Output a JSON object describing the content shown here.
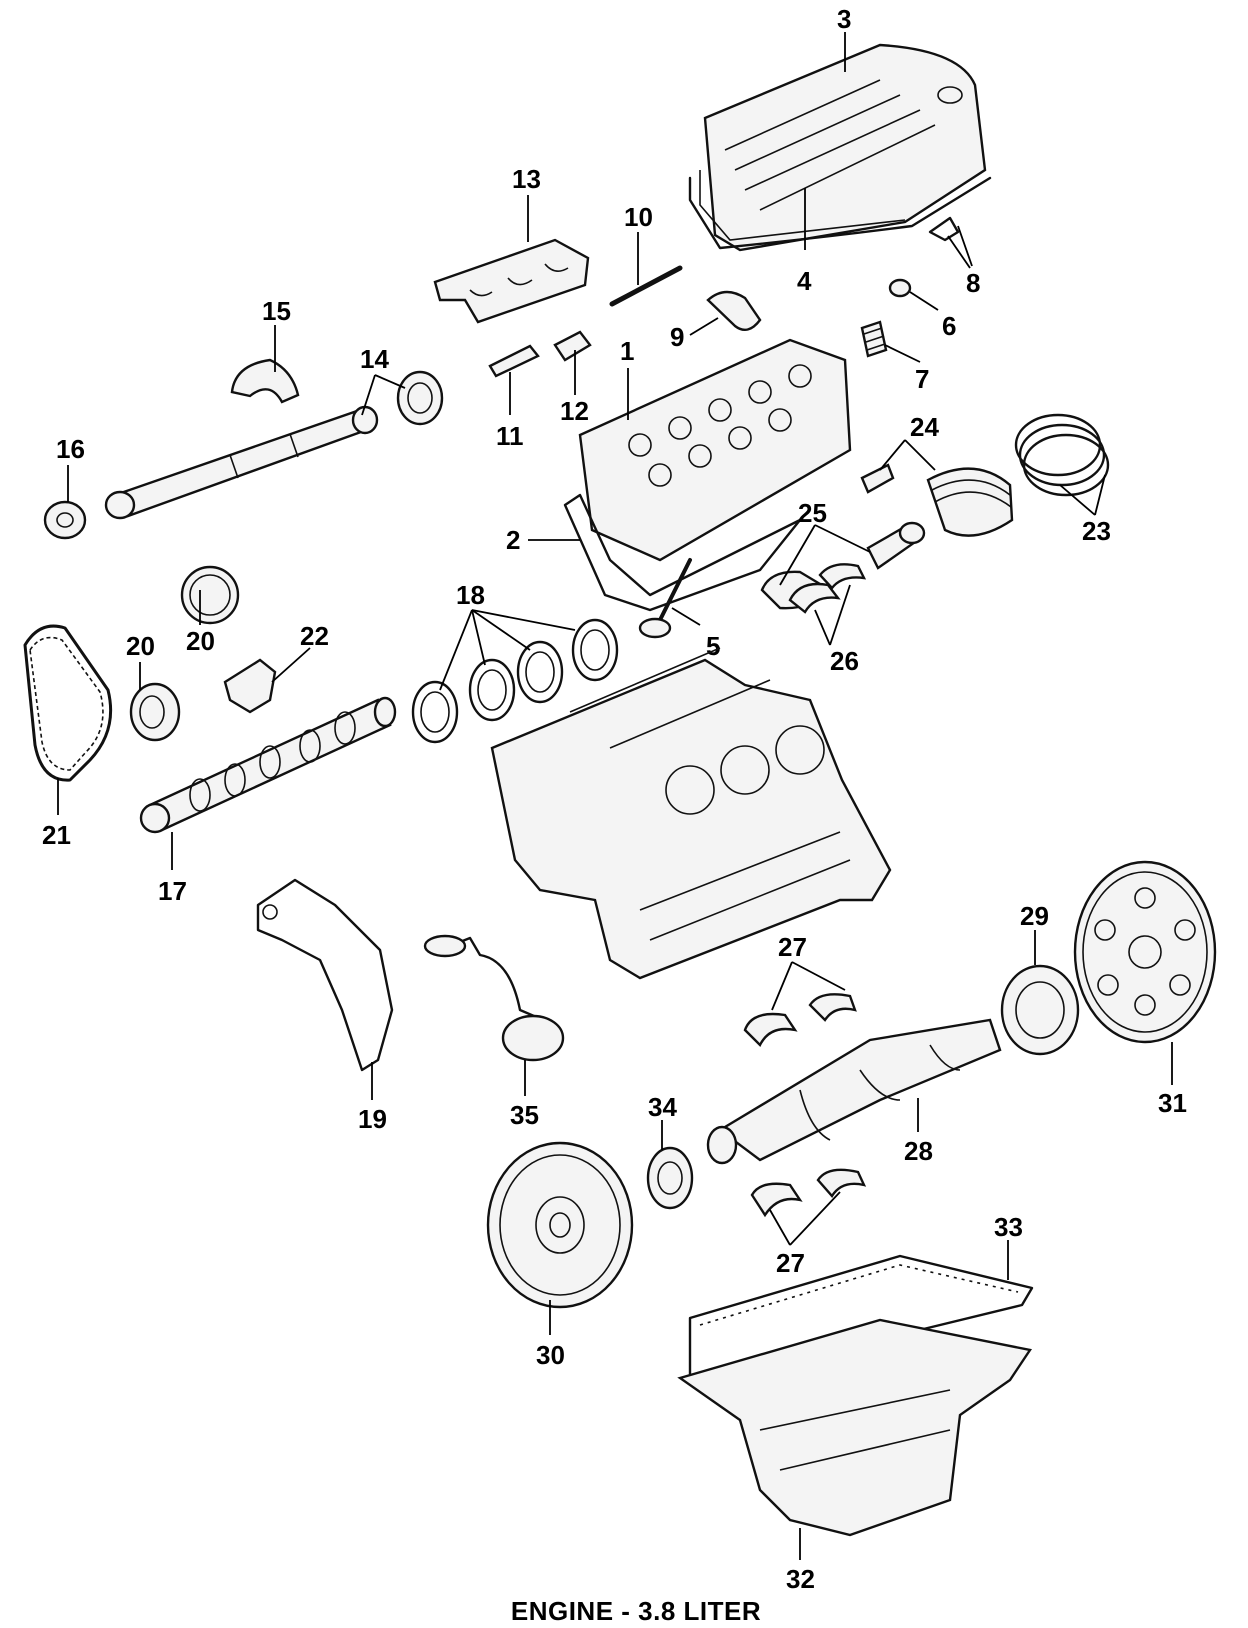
{
  "title": "ENGINE - 3.8 LITER",
  "callouts": {
    "c1": "1",
    "c2": "2",
    "c3": "3",
    "c4": "4",
    "c5": "5",
    "c6": "6",
    "c7": "7",
    "c8": "8",
    "c9": "9",
    "c10": "10",
    "c11": "11",
    "c12": "12",
    "c13": "13",
    "c14": "14",
    "c15": "15",
    "c16": "16",
    "c17": "17",
    "c18": "18",
    "c19": "19",
    "c20a": "20",
    "c20b": "20",
    "c21": "21",
    "c22": "22",
    "c23": "23",
    "c24": "24",
    "c25": "25",
    "c26": "26",
    "c27a": "27",
    "c27b": "27",
    "c28": "28",
    "c29": "29",
    "c30": "30",
    "c31": "31",
    "c32": "32",
    "c33": "33",
    "c34": "34",
    "c35": "35"
  }
}
